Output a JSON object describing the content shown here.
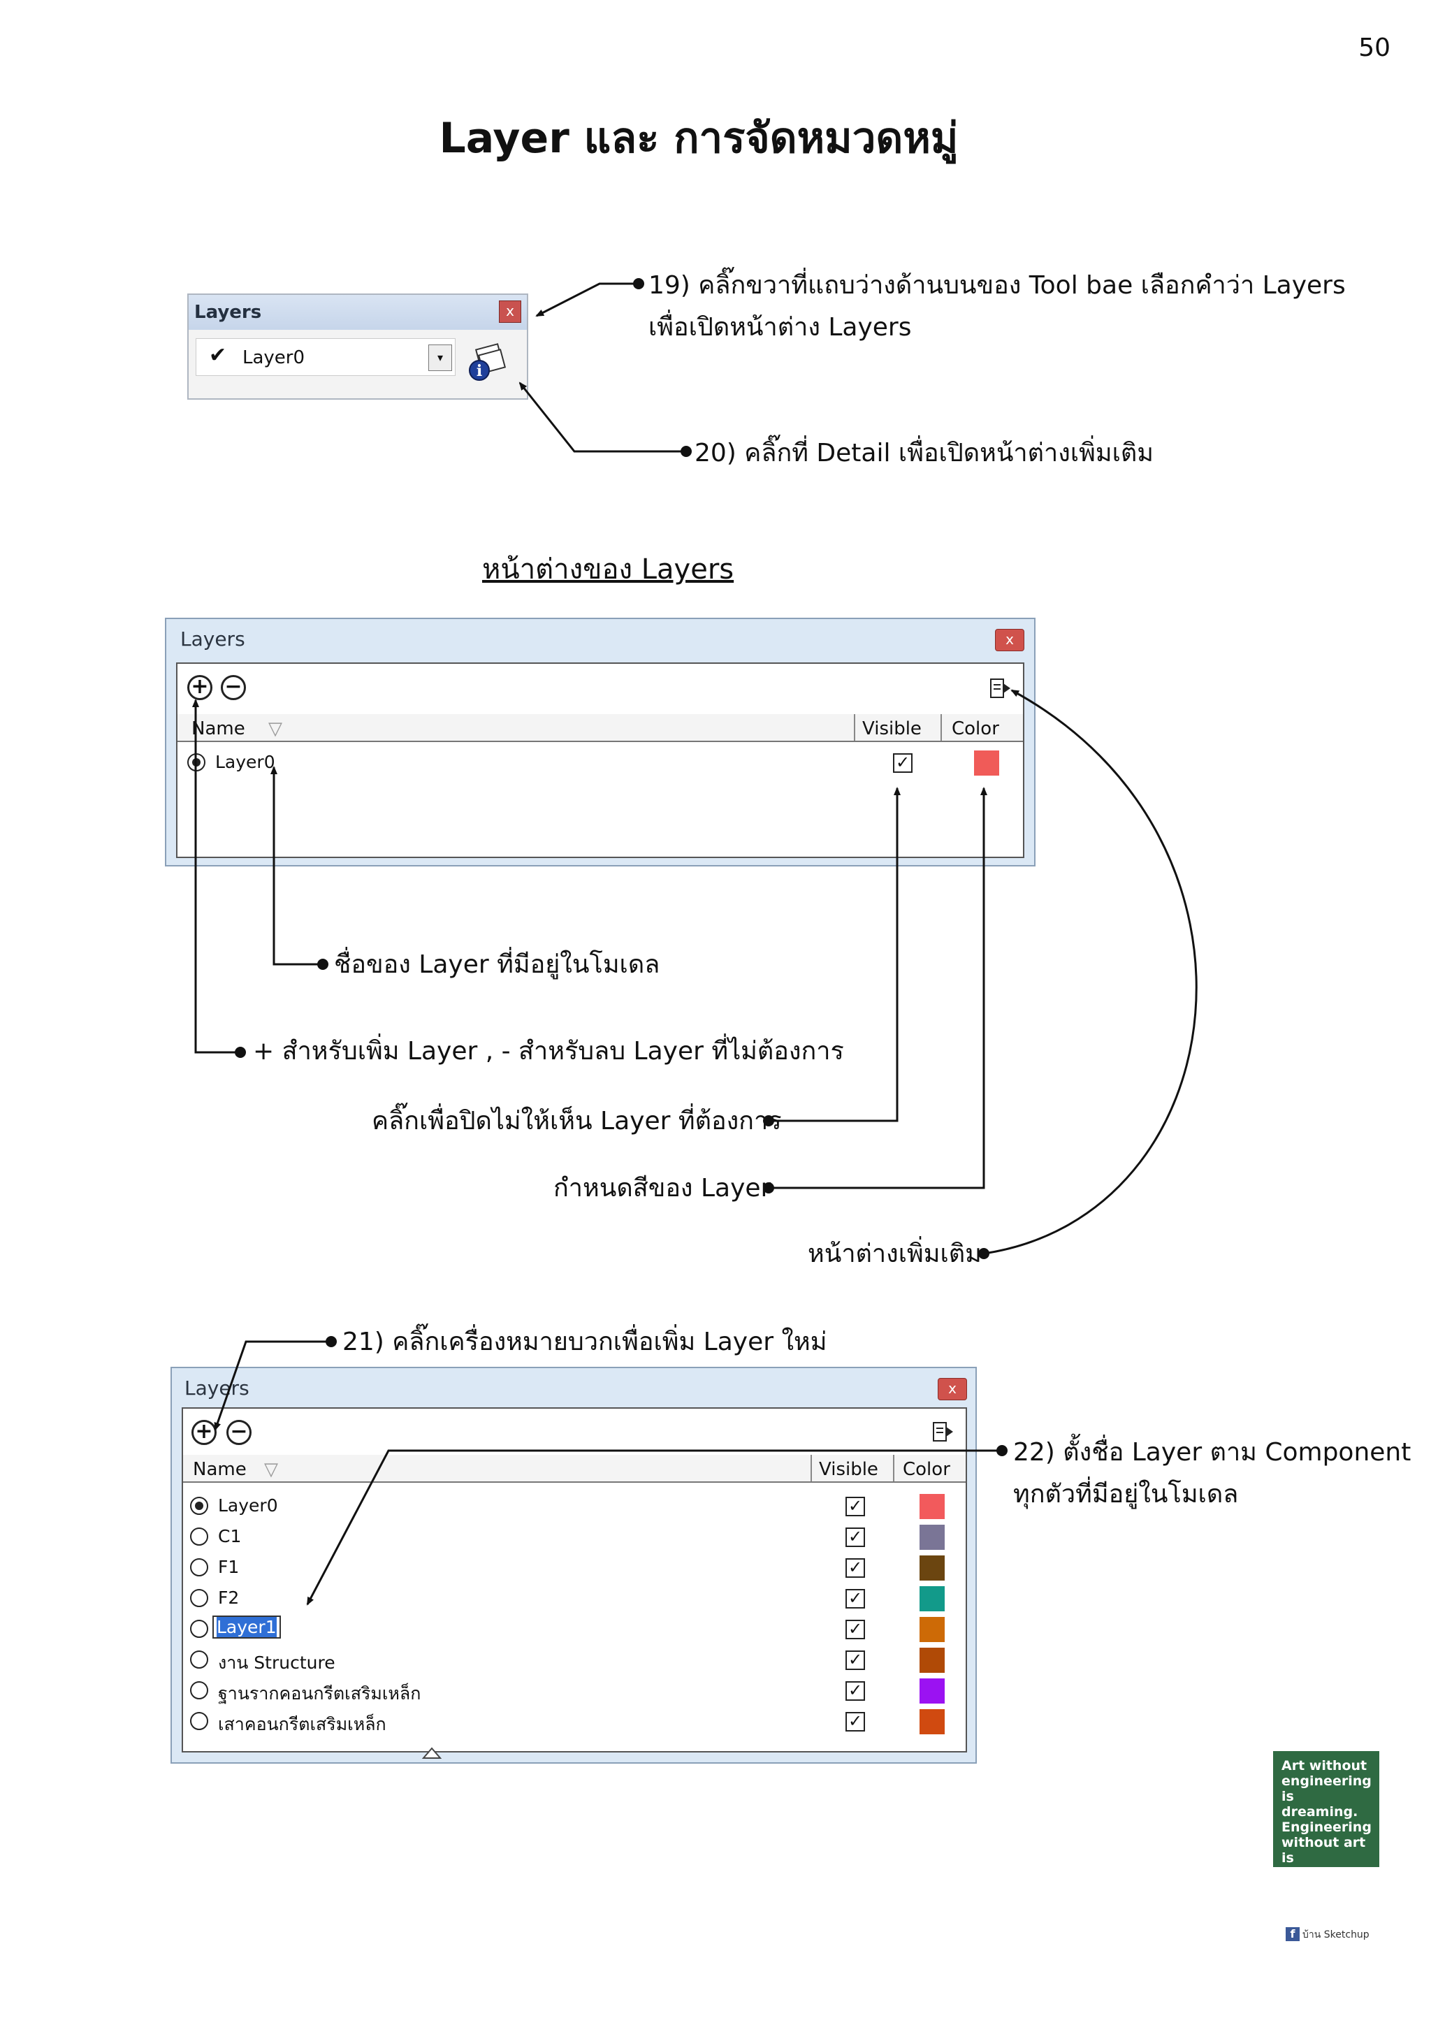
{
  "page_number": "50",
  "title": "Layer และ การจัดหมวดหมู่",
  "toolbar": {
    "title": "Layers",
    "close": "x",
    "current_layer": "Layer0",
    "check": "✔",
    "dropdown": "▾"
  },
  "notes": {
    "n19_line1": "19) คลิ๊กขวาที่แถบว่างด้านบนของ Tool bae เลือกคำว่า Layers",
    "n19_line2": "เพื่อเปิดหน้าต่าง Layers",
    "n20": "20) คลิ๊กที่ Detail เพื่อเปิดหน้าต่างเพิ่มเติม",
    "subheading": "หน้าต่างของ Layers",
    "layer_name": "ชื่อของ Layer ที่มีอยู่ในโมเดล",
    "plus_minus": "+ สำหรับเพิ่ม Layer , - สำหรับลบ Layer ที่ไม่ต้องการ",
    "visible": "คลิ๊กเพื่อปิดไม่ให้เห็น Layer ที่ต้องการ",
    "color": "กำหนดสีของ Layer",
    "details": "หน้าต่างเพิ่มเติม",
    "n21": "21) คลิ๊กเครื่องหมายบวกเพื่อเพิ่ม Layer ใหม่",
    "n22_line1": "22) ตั้งชื่อ Layer ตาม Component",
    "n22_line2": "ทุกตัวที่มีอยู่ในโมเดล"
  },
  "window1": {
    "title": "Layers",
    "close": "x",
    "add": "+",
    "remove": "−",
    "columns": {
      "name": "Name",
      "visible": "Visible",
      "color": "Color"
    },
    "rows": [
      {
        "name": "Layer0",
        "visible": "✓",
        "color": "#f05b58"
      }
    ]
  },
  "window2": {
    "title": "Layers",
    "close": "x",
    "add": "+",
    "remove": "−",
    "columns": {
      "name": "Name",
      "visible": "Visible",
      "color": "Color"
    },
    "rows": [
      {
        "name": "Layer0",
        "visible": "✓",
        "color": "#f25a5c"
      },
      {
        "name": "C1",
        "visible": "✓",
        "color": "#7a7596"
      },
      {
        "name": "F1",
        "visible": "✓",
        "color": "#6b4510"
      },
      {
        "name": "F2",
        "visible": "✓",
        "color": "#129a8a"
      },
      {
        "name": "Layer1",
        "visible": "✓",
        "color": "#cd6a06"
      },
      {
        "name": "งาน Structure",
        "visible": "✓",
        "color": "#b04a06"
      },
      {
        "name": "ฐานรากคอนกรีตเสริมเหล็ก",
        "visible": "✓",
        "color": "#9b12f2"
      },
      {
        "name": "เสาคอนกรีตเสริมเหล็ก",
        "visible": "✓",
        "color": "#d04a10"
      }
    ]
  },
  "poster": {
    "quote": "Art without engineering is dreaming. Engineering without art is calculating.",
    "fb_label": "บ้าน Sketchup"
  }
}
